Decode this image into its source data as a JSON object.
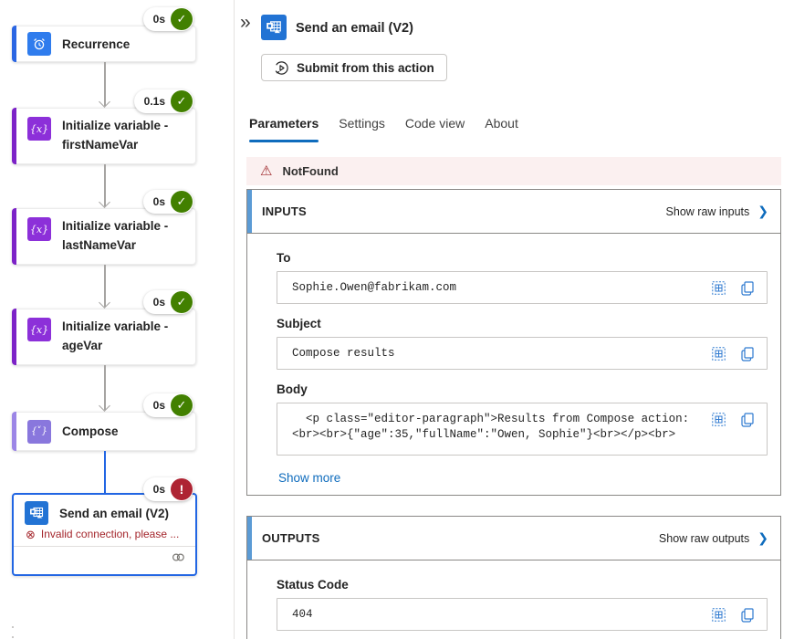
{
  "colors": {
    "accent_blue": "#2266e3",
    "link_blue": "#0f6cbd",
    "success_green": "#428000",
    "error_red": "#ae2433",
    "maroon_text": "#a4262c",
    "banner_bg": "#fbf0f0",
    "section_bar_blue": "#5b9bd5",
    "variable_purple": "#8c30d9",
    "compose_purple": "#8977dd",
    "outlook_blue": "#2273d4"
  },
  "canvas": {
    "nodes": [
      {
        "title": "Recurrence",
        "duration": "0s",
        "status": "success",
        "icon": "recurrence-clock-icon"
      },
      {
        "title": "Initialize variable - firstNameVar",
        "duration": "0.1s",
        "status": "success",
        "icon": "variable-icon"
      },
      {
        "title": "Initialize variable - lastNameVar",
        "duration": "0s",
        "status": "success",
        "icon": "variable-icon"
      },
      {
        "title": "Initialize variable - ageVar",
        "duration": "0s",
        "status": "success",
        "icon": "variable-icon"
      },
      {
        "title": "Compose",
        "duration": "0s",
        "status": "success",
        "icon": "compose-icon"
      },
      {
        "title": "Send an email (V2)",
        "duration": "0s",
        "status": "error",
        "icon": "outlook-icon",
        "error": "Invalid connection, please ..."
      }
    ],
    "icon_glyphs": {
      "variable": "{x}",
      "compose": "{˅}",
      "error_mark": "⊗",
      "check": "✓",
      "exclaim": "!"
    }
  },
  "panel": {
    "collapse_icon": "»",
    "title": "Send an email (V2)",
    "submit_button": "Submit from this action",
    "tabs": [
      {
        "label": "Parameters",
        "active": true
      },
      {
        "label": "Settings",
        "active": false
      },
      {
        "label": "Code view",
        "active": false
      },
      {
        "label": "About",
        "active": false
      }
    ],
    "error_banner": "NotFound",
    "inputs": {
      "title": "INPUTS",
      "raw_link": "Show raw inputs",
      "chevron": "❯",
      "fields": [
        {
          "label": "To",
          "value": "Sophie.Owen@fabrikam.com"
        },
        {
          "label": "Subject",
          "value": "Compose results"
        },
        {
          "label": "Body",
          "value": "  <p class=\"editor-paragraph\">Results from Compose action:\n<br><br>{\"age\":35,\"fullName\":\"Owen, Sophie\"}<br></p><br>"
        }
      ],
      "show_more": "Show more"
    },
    "outputs": {
      "title": "OUTPUTS",
      "raw_link": "Show raw outputs",
      "chevron": "❯",
      "fields": [
        {
          "label": "Status Code",
          "value": "404"
        }
      ]
    }
  }
}
